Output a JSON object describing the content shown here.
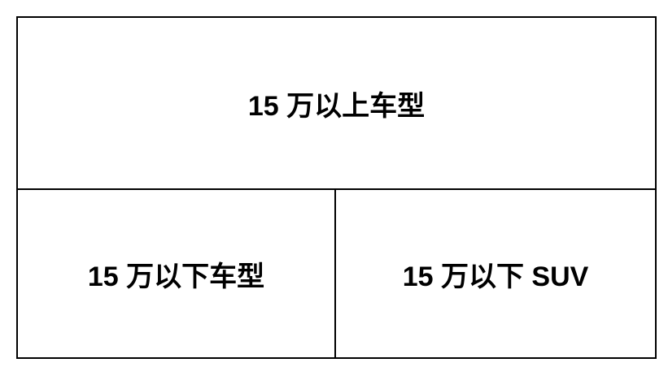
{
  "cells": {
    "top": "15 万以上车型",
    "bottom_left": "15 万以下车型",
    "bottom_right": "15 万以下 SUV"
  }
}
